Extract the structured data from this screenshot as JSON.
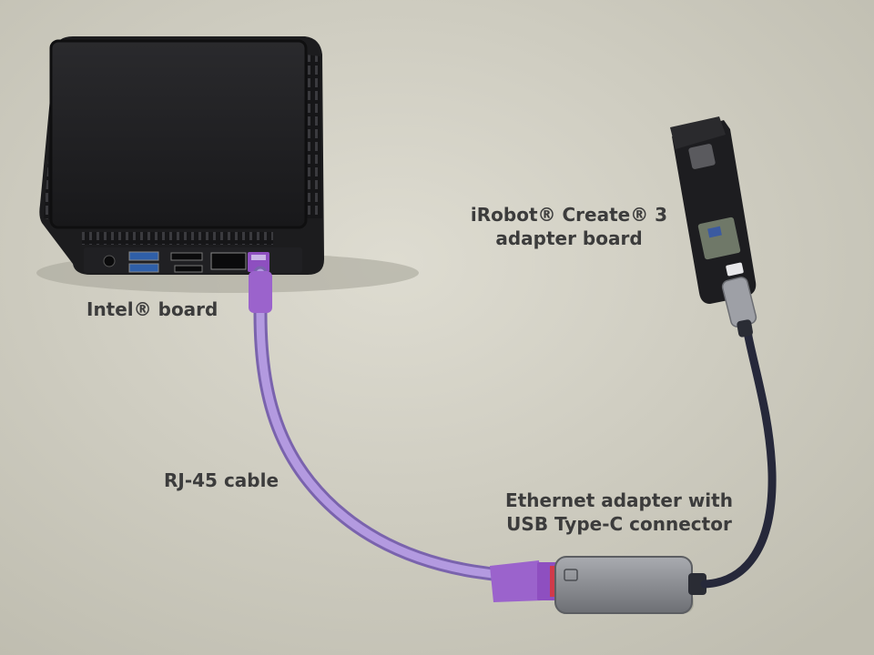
{
  "labels": {
    "intel_board": "Intel® board",
    "rj45_cable": "RJ-45 cable",
    "irobot_line1": "iRobot® Create® 3",
    "irobot_line2": "adapter board",
    "ethernet_line1": "Ethernet adapter with",
    "ethernet_line2": "USB Type-C connector"
  },
  "colors": {
    "table_surface": "#d8d6c9",
    "mini_pc_body": "#1e1e20",
    "cable_purple": "#a58ad6",
    "connector_purple": "#9b5fc8",
    "adapter_gray": "#8c8e94",
    "usb_cable_dark": "#2c2e3a",
    "label_text": "#3c3c3c"
  },
  "icons": {
    "mini_pc": "intel-mini-pc-icon",
    "adapter_board": "irobot-adapter-board-icon",
    "ethernet_adapter": "usb-ethernet-adapter-icon"
  }
}
